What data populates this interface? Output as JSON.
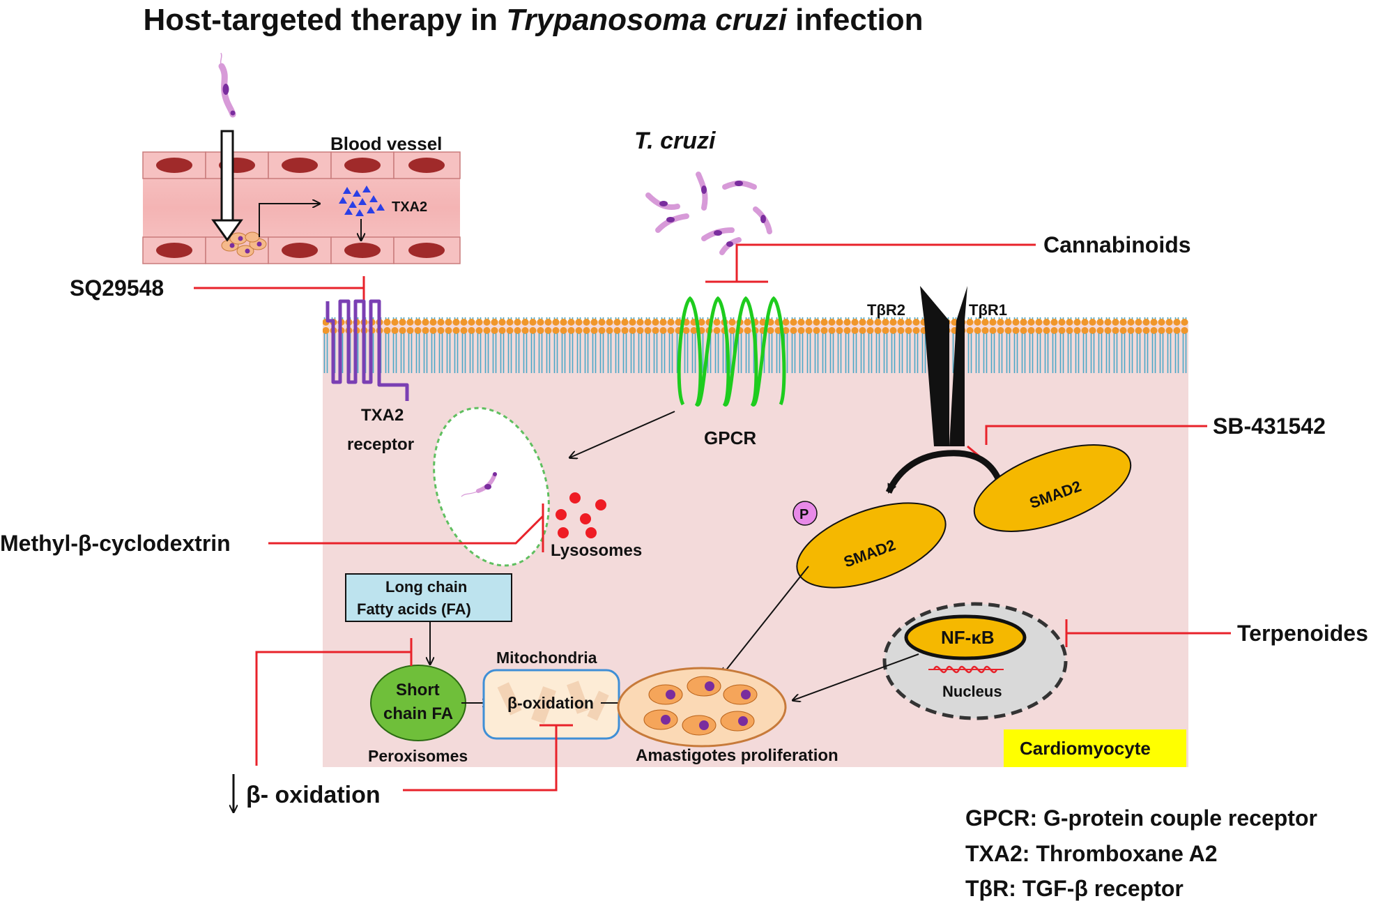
{
  "title": {
    "prefix": "Host-targeted therapy in ",
    "italic": "Trypanosoma cruzi",
    "suffix": " infection"
  },
  "labels": {
    "blood_vessel": "Blood vessel",
    "txa2": "TXA2",
    "t_cruzi": "T. cruzi",
    "txa2_receptor_line1": "TXA2",
    "txa2_receptor_line2": "receptor",
    "gpcr": "GPCR",
    "tbr2": "TβR2",
    "tbr1": "TβR1",
    "smad2_active": "SMAD2",
    "smad2_inactive": "SMAD2",
    "phospho": "P",
    "lysosomes": "Lysosomes",
    "long_chain_line1": "Long chain",
    "long_chain_line2": "Fatty acids  (FA)",
    "short_chain_line1": "Short",
    "short_chain_line2": "chain  FA",
    "peroxisomes": "Peroxisomes",
    "mitochondria": "Mitochondria",
    "beta_oxidation_inner": "β-oxidation",
    "amastigotes": "Amastigotes proliferation",
    "nfkb": "NF-κB",
    "nucleus": "Nucleus",
    "cardiomyocyte": "Cardiomyocyte"
  },
  "drugs": {
    "sq29548": "SQ29548",
    "cannabinoids": "Cannabinoids",
    "sb431542": "SB-431542",
    "methyl_cd": "Methyl-β-cyclodextrin",
    "terpenoides": "Terpenoides",
    "beta_oxidation_down": "β- oxidation"
  },
  "legend": [
    "GPCR: G-protein couple receptor",
    "TXA2: Thromboxane A2",
    "TβR: TGF-β receptor"
  ],
  "colors": {
    "inhibit_line": "#e8222a",
    "cell": "#f3dada",
    "membrane_head": "#f0962b",
    "membrane_tail": "#4aa7c7",
    "gpcr": "#1ecc1e",
    "txa2_receptor": "#7a3fb3",
    "smad": "#f5b800",
    "cardiomyocyte_badge": "#ffff00",
    "fa_box": "#bde3ee",
    "peroxisome": "#6fbf3a",
    "mitochondria_border": "#3f8fd6",
    "parasite": "#d79ad8",
    "parasite_nucleus": "#7a2d9e"
  }
}
